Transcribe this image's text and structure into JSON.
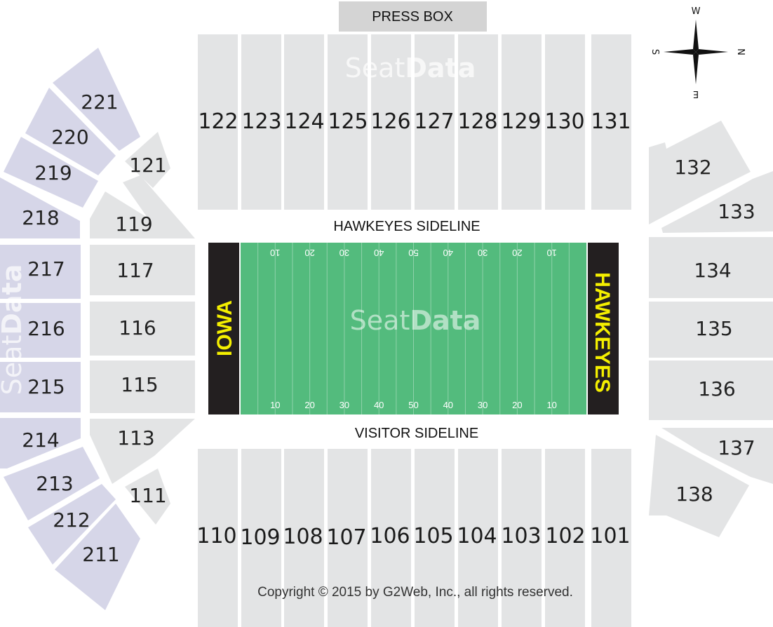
{
  "map": {
    "press_box": "PRESS BOX",
    "home_sideline": "HAWKEYES SIDELINE",
    "visitor_sideline": "VISITOR SIDELINE",
    "copyright": "Copyright © 2015 by G2Web, Inc., all rights reserved.",
    "watermark": {
      "light": "Seat",
      "bold": "Data"
    },
    "colors": {
      "field": "#53bb7d",
      "endzone": "#231f20",
      "endzone_text": "#f4ef00",
      "lower_section": "#e3e4e5",
      "upper_section": "#d6d6e8"
    }
  },
  "field": {
    "west_endzone": "IOWA",
    "east_endzone": "HAWKEYES",
    "yard_numbers": [
      "10",
      "20",
      "30",
      "40",
      "50",
      "40",
      "30",
      "20",
      "10"
    ]
  },
  "compass": {
    "north": "N",
    "south": "S",
    "east": "E",
    "west": "W",
    "icon": "compass-rose-icon"
  },
  "sections": {
    "north_stands": [
      "122",
      "123",
      "124",
      "125",
      "126",
      "127",
      "128",
      "129",
      "130",
      "131"
    ],
    "south_stands": [
      "110",
      "109",
      "108",
      "107",
      "106",
      "105",
      "104",
      "103",
      "102",
      "101"
    ],
    "east_stands": [
      "132",
      "133",
      "134",
      "135",
      "136",
      "137",
      "138"
    ],
    "west_lower": [
      "121",
      "119",
      "117",
      "116",
      "115",
      "113",
      "111"
    ],
    "west_upper": [
      "221",
      "220",
      "219",
      "218",
      "217",
      "216",
      "215",
      "214",
      "213",
      "212",
      "211"
    ]
  }
}
